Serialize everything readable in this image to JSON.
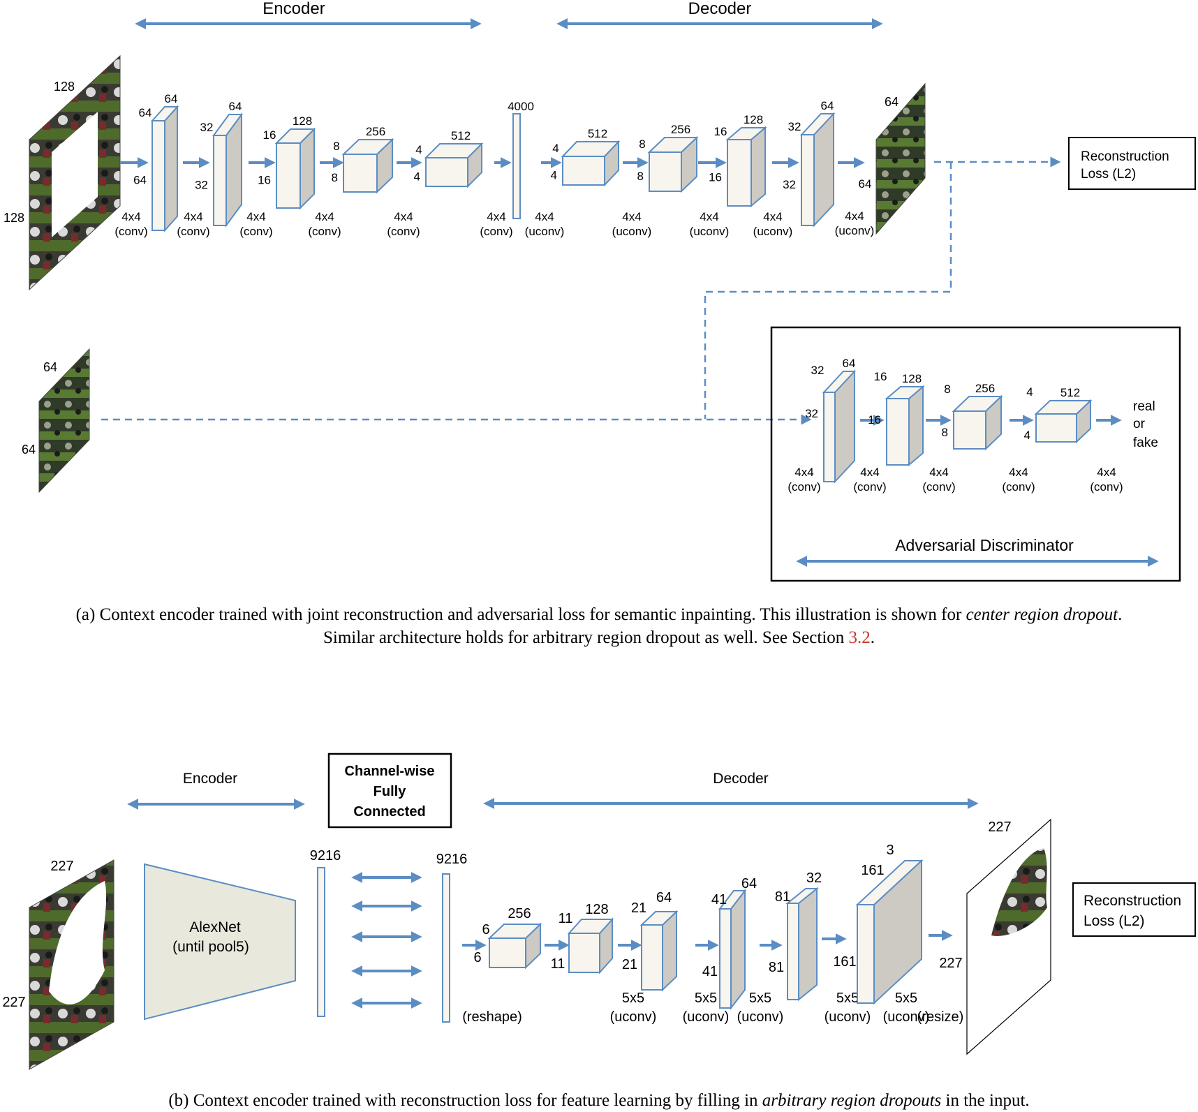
{
  "part_a": {
    "encoder_label": "Encoder",
    "decoder_label": "Decoder",
    "input": {
      "w": "128",
      "h": "128"
    },
    "layers": [
      {
        "d": "64",
        "c": "64",
        "s": "64",
        "op": "4x4",
        "type": "(conv)"
      },
      {
        "d": "32",
        "c": "64",
        "s": "32",
        "op": "4x4",
        "type": "(conv)"
      },
      {
        "d": "16",
        "c": "128",
        "s": "16",
        "op": "4x4",
        "type": "(conv)"
      },
      {
        "d": "8",
        "c": "256",
        "s": "8",
        "op": "4x4",
        "type": "(conv)"
      },
      {
        "d": "4",
        "c": "512",
        "s": "4",
        "op": "4x4",
        "type": "(conv)"
      },
      {
        "c": "4000",
        "op": "4x4",
        "type": "(conv)"
      },
      {
        "d": "4",
        "c": "512",
        "s": "4",
        "op": "4x4",
        "type": "(uconv)"
      },
      {
        "d": "8",
        "c": "256",
        "s": "8",
        "op": "4x4",
        "type": "(uconv)"
      },
      {
        "d": "16",
        "c": "128",
        "s": "16",
        "op": "4x4",
        "type": "(uconv)"
      },
      {
        "d": "32",
        "c": "64",
        "s": "32",
        "op": "4x4",
        "type": "(uconv)"
      }
    ],
    "output": {
      "w": "64",
      "h": "64",
      "op": "4x4",
      "type": "(uconv)"
    },
    "recon_loss": [
      "Reconstruction",
      "Loss (L2)"
    ],
    "real_input": {
      "w": "64",
      "h": "64"
    },
    "discriminator": {
      "title": "Adversarial Discriminator",
      "layers": [
        {
          "d": "32",
          "c": "64",
          "s": "32",
          "op": "4x4",
          "type": "(conv)"
        },
        {
          "d": "16",
          "c": "128",
          "s": "16",
          "op": "4x4",
          "type": "(conv)"
        },
        {
          "d": "8",
          "c": "256",
          "s": "8",
          "op": "4x4",
          "type": "(conv)"
        },
        {
          "d": "4",
          "c": "512",
          "s": "4",
          "op": "4x4",
          "type": "(conv)"
        }
      ],
      "last_op": {
        "op": "4x4",
        "type": "(conv)"
      },
      "output": [
        "real",
        "or",
        "fake"
      ]
    },
    "caption": {
      "line1_pre": "(a) Context encoder trained with joint reconstruction and adversarial loss for semantic inpainting. This illustration is shown for ",
      "line1_em": "center region dropout",
      "line1_post": ".",
      "line2_pre": "Similar architecture holds for arbitrary region dropout as well. See Section ",
      "line2_ref": "3.2",
      "line2_post": "."
    }
  },
  "part_b": {
    "encoder_label": "Encoder",
    "decoder_label": "Decoder",
    "fc_box": [
      "Channel-wise",
      "Fully",
      "Connected"
    ],
    "input": {
      "w": "227",
      "h": "227"
    },
    "alexnet": [
      "AlexNet",
      "(until pool5)"
    ],
    "fc_dims": [
      "9216",
      "9216"
    ],
    "layers": [
      {
        "d": "6",
        "c": "256",
        "s": "6",
        "op": "",
        "type": "(reshape)"
      },
      {
        "d": "11",
        "c": "128",
        "s": "11",
        "op": "5x5",
        "type": "(uconv)"
      },
      {
        "d": "21",
        "c": "64",
        "s": "21",
        "op": "5x5",
        "type": "(uconv)"
      },
      {
        "d": "41",
        "c": "64",
        "s": "41",
        "op": "5x5",
        "type": "(uconv)"
      },
      {
        "d": "81",
        "c": "32",
        "s": "81",
        "op": "5x5",
        "type": "(uconv)"
      },
      {
        "d": "161",
        "c": "3",
        "s": "161",
        "op": "5x5",
        "type": "(uconv)"
      }
    ],
    "output": {
      "w": "227",
      "h": "227",
      "type": "(resize)"
    },
    "recon_loss": [
      "Reconstruction",
      "Loss (L2)"
    ],
    "caption": {
      "pre": "(b) Context encoder trained with reconstruction loss for feature learning by filling in ",
      "em": "arbitrary region dropouts",
      "post": " in the input."
    }
  },
  "colors": {
    "arrow": "#5b8dc4",
    "box_front": "#f7f5ee",
    "box_side": "#cdcac4",
    "box_edge": "#5b8dc4"
  }
}
